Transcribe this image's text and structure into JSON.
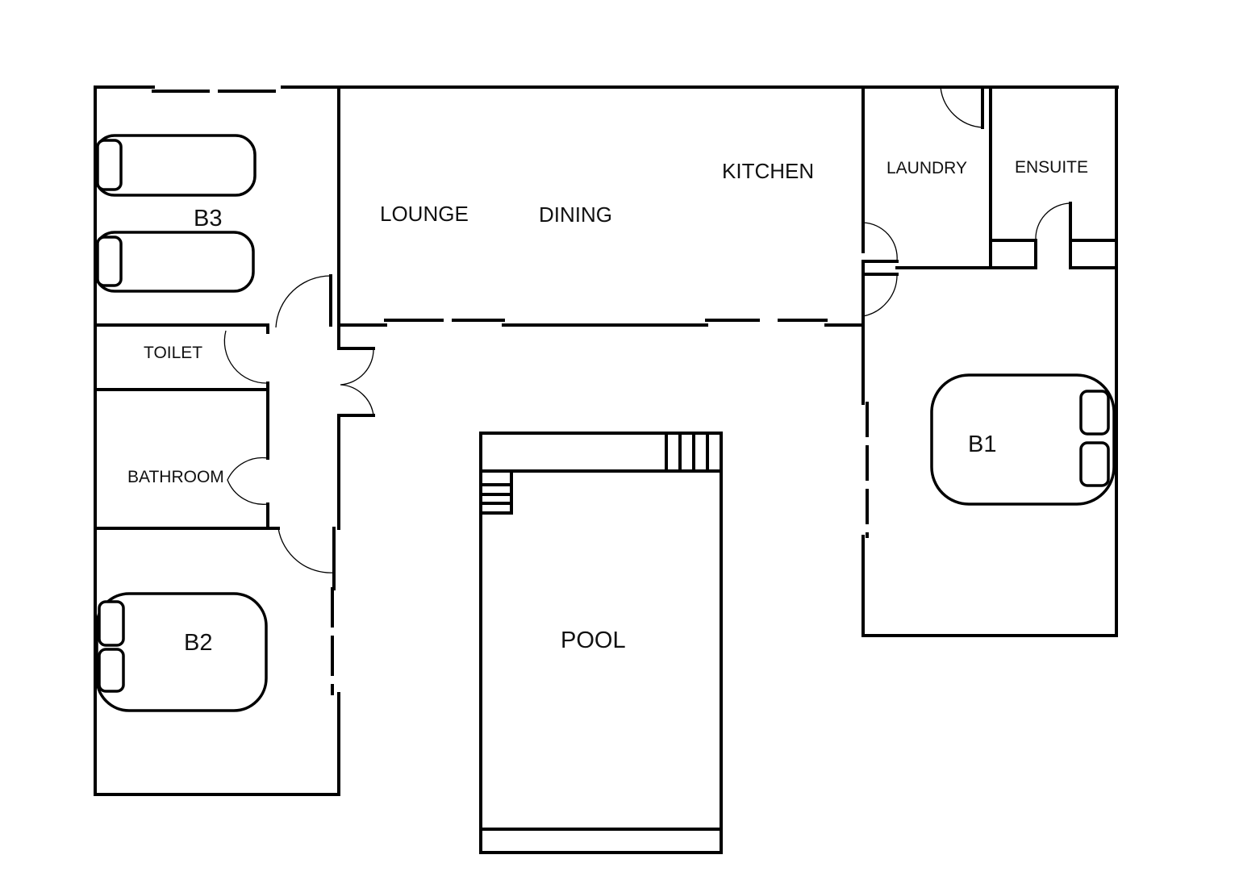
{
  "rooms": {
    "b3": "B3",
    "lounge": "LOUNGE",
    "dining": "DINING",
    "kitchen": "KITCHEN",
    "laundry": "LAUNDRY",
    "ensuite": "ENSUITE",
    "toilet": "TOILET",
    "bathroom": "BATHROOM",
    "b1": "B1",
    "b2": "B2",
    "pool": "POOL"
  }
}
